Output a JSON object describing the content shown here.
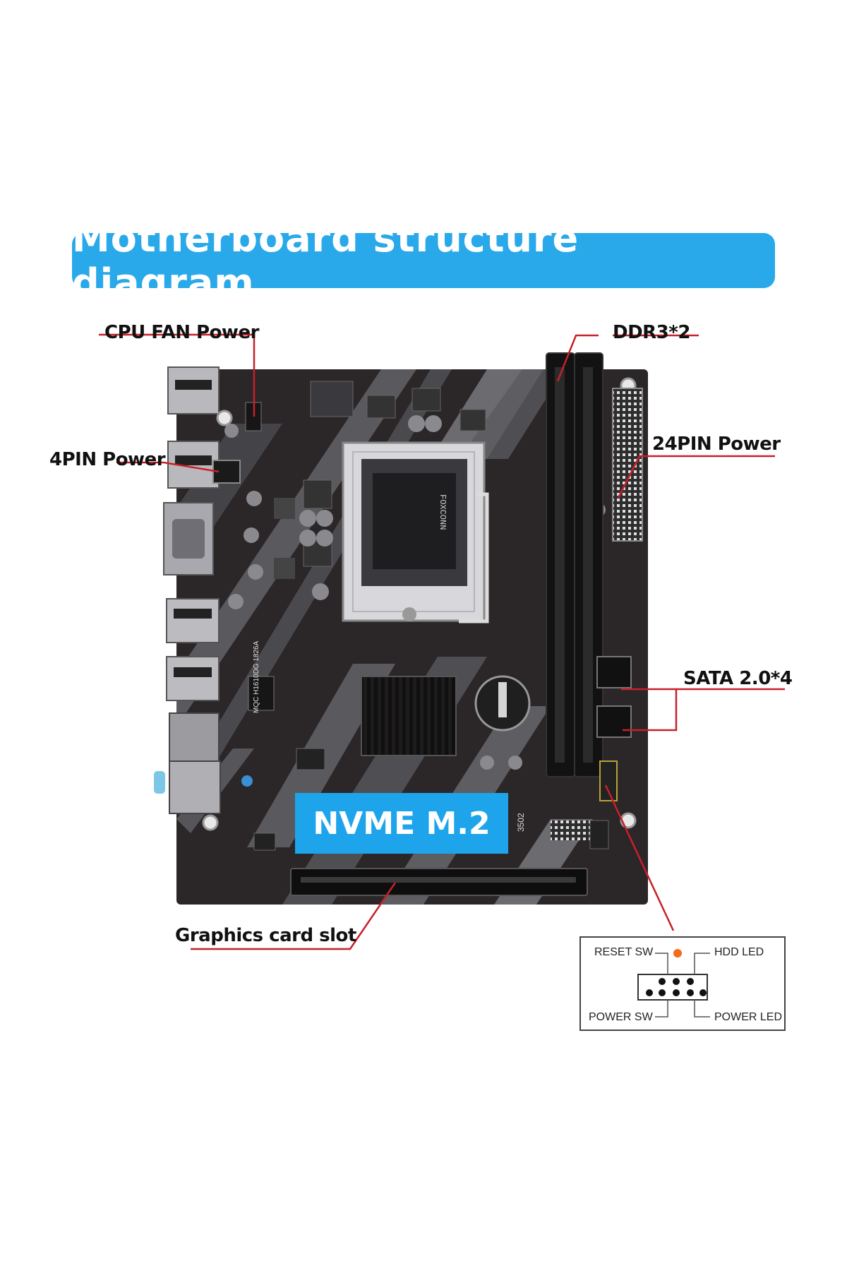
{
  "title": "Motherboard structure diagram",
  "callouts": {
    "cpu_fan": "CPU FAN Power",
    "ddr3": "DDR3*2",
    "pin4": "4PIN Power",
    "pin24": "24PIN Power",
    "sata": "SATA 2.0*4",
    "graphics": "Graphics card slot"
  },
  "nvme_label": "NVME M.2",
  "board_marks": {
    "socket_brand": "FOXCONN",
    "chip_text": "MQC H1610DG 1826A",
    "slot_code": "3502"
  },
  "front_panel": {
    "reset_sw": "RESET SW",
    "hdd_led": "HDD LED",
    "power_sw": "POWER SW",
    "power_led": "POWER LED"
  },
  "colors": {
    "title_bg": "#2aa9ea",
    "nvme_bg": "#1ea4ea",
    "pcb": "#2b2628",
    "leader_line": "#c8202a",
    "led_dot": "#f26a1b"
  },
  "icons": [
    "motherboard-image",
    "cpu-socket-icon",
    "heatsink-icon",
    "battery-icon",
    "pin-header-icon"
  ]
}
